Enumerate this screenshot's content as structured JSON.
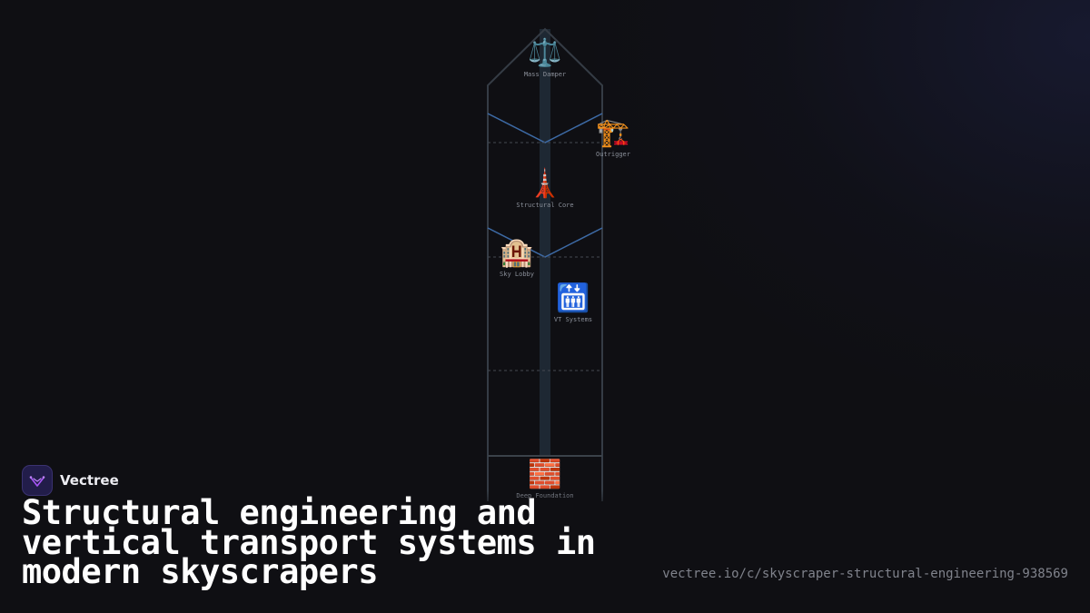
{
  "brand": {
    "name": "Vectree",
    "logo_icon": "vectree-logo-icon",
    "accent_color": "#a855f7"
  },
  "title": "Structural engineering and vertical transport systems in modern skyscrapers",
  "url": "vectree.io/c/skyscraper-structural-engineering-938569",
  "diagram": {
    "type": "skyscraper-cross-section",
    "colors": {
      "outline": "#3a4149",
      "core": "#1f2a36",
      "brace": "#3d6aa5",
      "floor_divider": "#3b3f47"
    },
    "nodes": [
      {
        "id": "mass-damper",
        "label": "Mass Damper",
        "icon": "⚖️",
        "icon_name": "balance-scale-icon"
      },
      {
        "id": "outrigger",
        "label": "Outrigger",
        "icon": "🏗️",
        "icon_name": "construction-crane-icon"
      },
      {
        "id": "structural-core",
        "label": "Structural Core",
        "icon": "🗼",
        "icon_name": "tower-icon"
      },
      {
        "id": "sky-lobby",
        "label": "Sky Lobby",
        "icon": "🏨",
        "icon_name": "hotel-icon"
      },
      {
        "id": "vt-systems",
        "label": "VT Systems",
        "icon": "🛗",
        "icon_name": "elevator-icon"
      },
      {
        "id": "deep-foundation",
        "label": "Deep Foundation",
        "icon": "🧱",
        "icon_name": "brick-icon"
      }
    ]
  }
}
